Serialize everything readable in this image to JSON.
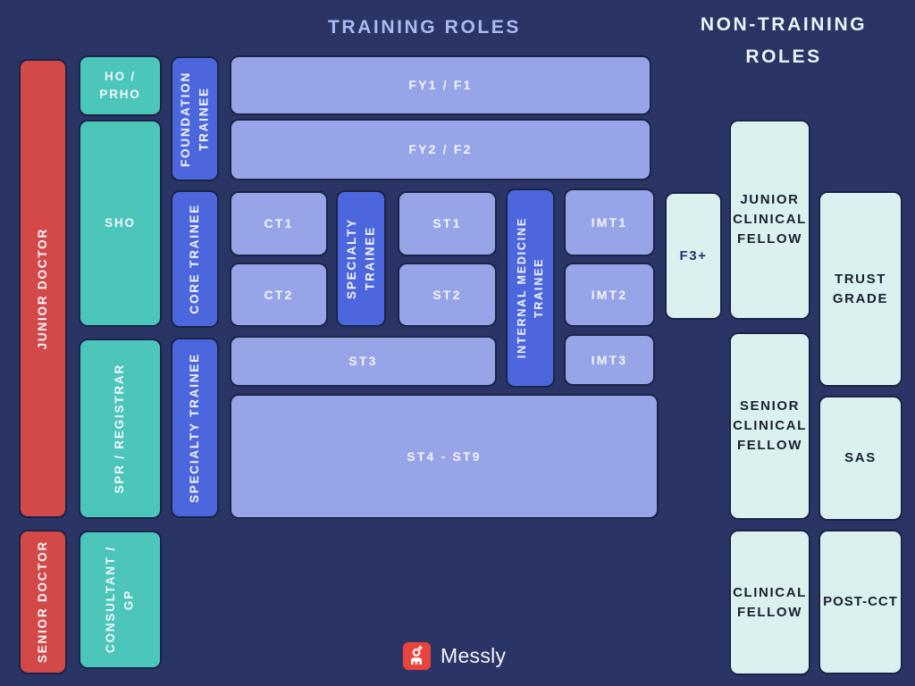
{
  "titles": {
    "training": "TRAINING ROLES",
    "non_training": "NON-TRAINING\nROLES"
  },
  "role_ladder": {
    "junior_doctor": "JUNIOR DOCTOR",
    "senior_doctor": "SENIOR DOCTOR",
    "ho_prho": "HO /\nPRHO",
    "sho": "SHO",
    "spr_registrar": "SPR / REGISTRAR",
    "consultant_gp": "CONSULTANT /\nGP"
  },
  "training": {
    "foundation_trainee": "FOUNDATION\nTRAINEE",
    "core_trainee": "CORE TRAINEE",
    "specialty_trainee_tall": "SPECIALTY TRAINEE",
    "specialty_trainee_small": "SPECIALTY\nTRAINEE",
    "internal_medicine_trainee": "INTERNAL MEDICINE\nTRAINEE",
    "fy1": "FY1 / F1",
    "fy2": "FY2 / F2",
    "ct1": "CT1",
    "ct2": "CT2",
    "st1": "ST1",
    "st2": "ST2",
    "imt1": "IMT1",
    "imt2": "IMT2",
    "imt3": "IMT3",
    "st3": "ST3",
    "st4_st9": "ST4 - ST9"
  },
  "non_training": {
    "f3_plus": "F3+",
    "junior_clinical_fellow": "JUNIOR\nCLINICAL\nFELLOW",
    "senior_clinical_fellow": "SENIOR\nCLINICAL\nFELLOW",
    "clinical_fellow": "CLINICAL\nFELLOW",
    "trust_grade": "TRUST\nGRADE",
    "sas": "SAS",
    "post_cct": "POST-CCT"
  },
  "footer": {
    "brand": "Messly",
    "logo_icon": "messly-person-icon"
  },
  "colors": {
    "background": "#2a3566",
    "box_outline": "#1a2447",
    "red": "#d34948",
    "teal": "#4cc6ba",
    "blue": "#4c66dd",
    "periwinkle": "#97a4e7",
    "mint": "#daf1ef",
    "light_text": "#f3f6fd",
    "dark_text": "#1b2133",
    "f3_text": "#21356e",
    "training_title_text": "#aab9ef",
    "non_training_title_text": "#e8f4f5",
    "logo_red": "#e8433c"
  }
}
